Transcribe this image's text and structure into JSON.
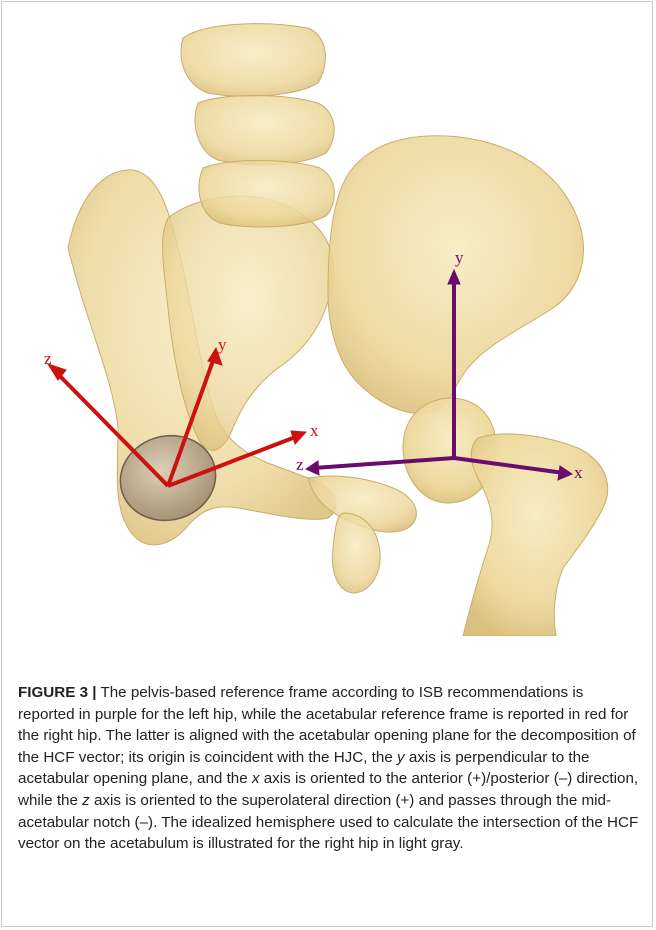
{
  "figure": {
    "right_hip_frame": {
      "color": "#cc1111",
      "axes": {
        "x": "x",
        "y": "y",
        "z": "z"
      }
    },
    "left_hip_frame": {
      "color": "#6a0c6c",
      "axes": {
        "x": "x",
        "y": "y",
        "z": "z"
      }
    },
    "bone_color": "#eedc9e",
    "hemisphere_color": "#b7a995"
  },
  "caption": {
    "label": "FIGURE 3 |",
    "text_1": " The pelvis-based reference frame according to ISB recommendations is reported in purple for the left hip, while the acetabular reference frame is reported in red for the right hip. The latter is aligned with the acetabular opening plane for the decomposition of the HCF vector; its origin is coincident with the HJC, the ",
    "y_italic": "y",
    "text_2": " axis is perpendicular to the acetabular opening plane, and the ",
    "x_italic": "x",
    "text_3": " axis is oriented to the anterior (+)/posterior (–) direction, while the ",
    "z_italic": "z",
    "text_4": " axis is oriented to the superolateral direction (+) and passes through the mid-acetabular notch (–). The idealized hemisphere used to calculate the intersection of the HCF vector on the acetabulum is illustrated for the right hip in light gray."
  }
}
